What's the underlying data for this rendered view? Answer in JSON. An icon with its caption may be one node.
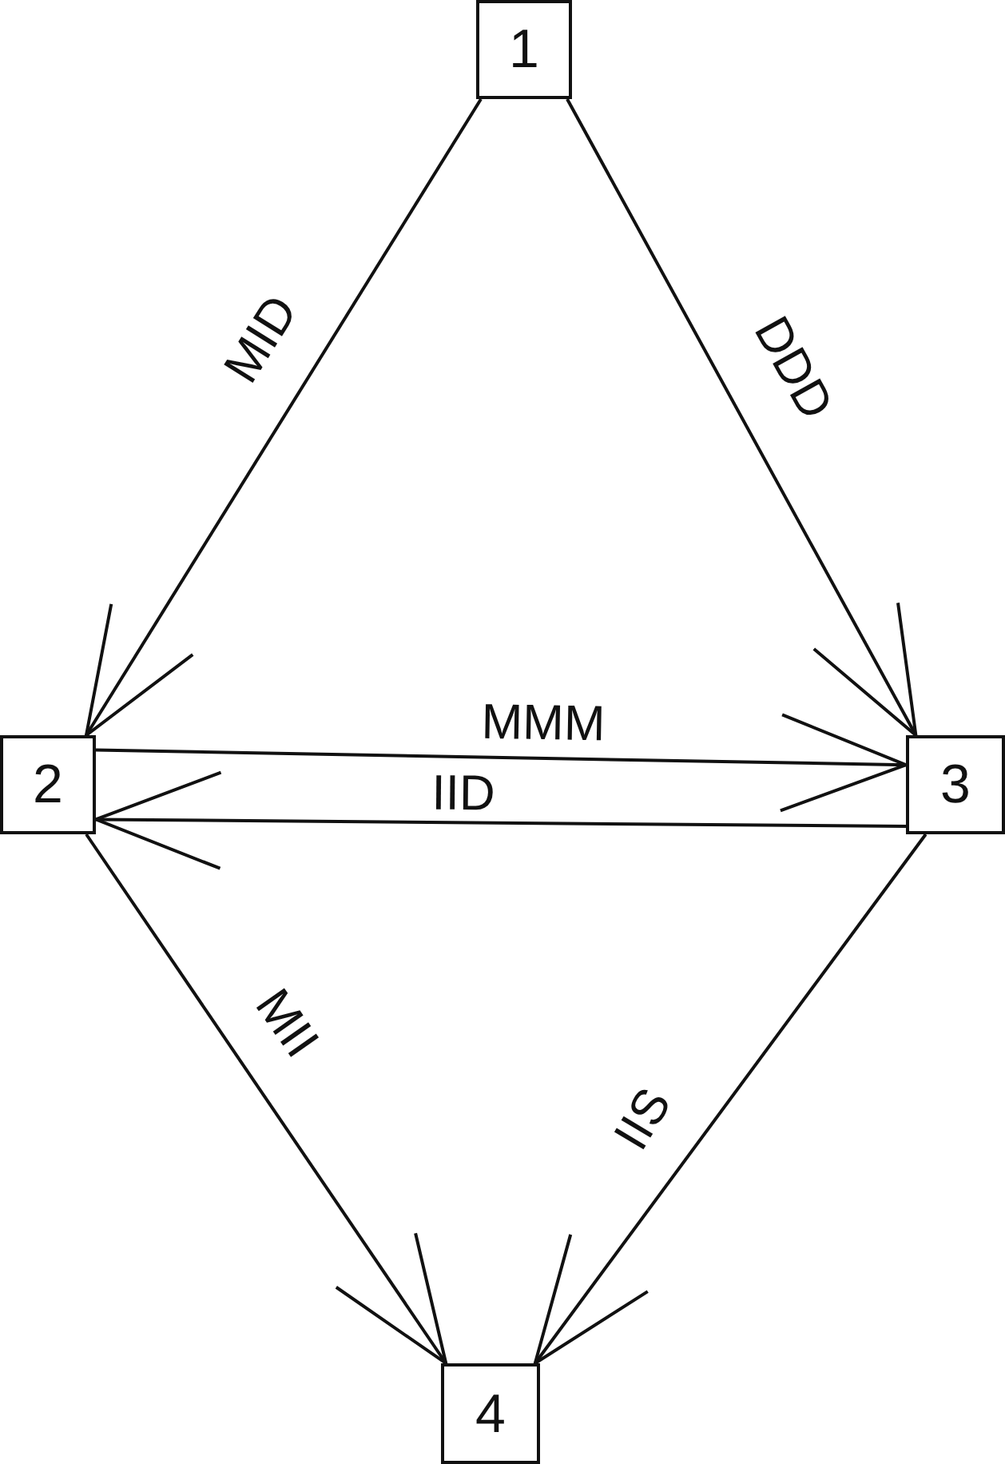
{
  "diagram": {
    "nodes": [
      {
        "text": [
          "1"
        ]
      },
      {
        "text": [
          "2"
        ]
      },
      {
        "text": [
          "3"
        ]
      },
      {
        "text": [
          "4"
        ]
      }
    ],
    "edges": [
      {
        "from": 0,
        "to": 1,
        "arrow": "to",
        "label": "MID"
      },
      {
        "from": 0,
        "to": 2,
        "arrow": "to",
        "label": "DDD"
      },
      {
        "from": 1,
        "to": 2,
        "arrow": "to",
        "label": "MMM"
      },
      {
        "from": 2,
        "to": 1,
        "arrow": "to",
        "label": "IID"
      },
      {
        "from": 1,
        "to": 3,
        "arrow": "to",
        "label": "MII"
      },
      {
        "from": 2,
        "to": 3,
        "arrow": "to",
        "label": "IIS"
      }
    ]
  }
}
